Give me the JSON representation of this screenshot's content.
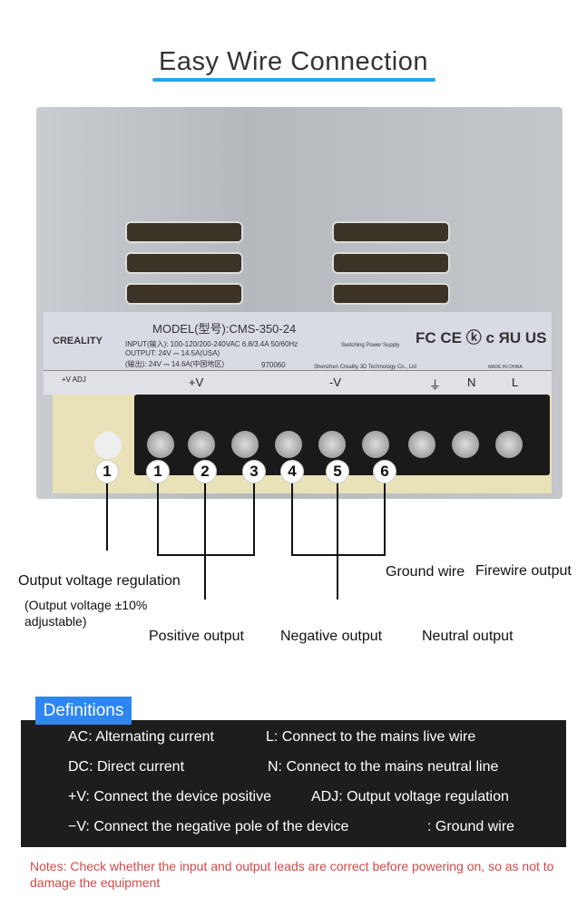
{
  "title": "Easy Wire Connection",
  "label": {
    "brand": "CREALITY",
    "model": "MODEL(型号):CMS-350-24",
    "input": "INPUT(输入): 100-120/200-240VAC 6.8/3.4A 50/60Hz",
    "output": "OUTPUT: 24V ⎓ 14.5A(USA)",
    "output_cn": "(输出): 24V ⎓ 14.6A(中国地区)",
    "code": "970060",
    "type": "Switching Power Supply",
    "maker": "Shenzhen Creality 3D Technology Co., Ltd",
    "made": "MADE IN CHINA",
    "certs": "FC CE ⓚ c ЯU US"
  },
  "terminals": [
    "+V ADJ",
    "+V",
    "-V",
    "⏚",
    "N",
    "L"
  ],
  "numbers": [
    "1",
    "1",
    "2",
    "3",
    "4",
    "5",
    "6"
  ],
  "callouts": {
    "adj": "Output voltage regulation",
    "adj_note1": "(Output voltage ±10%",
    "adj_note2": "adjustable)",
    "positive": "Positive output",
    "negative": "Negative output",
    "neutral": "Neutral output",
    "ground": "Ground wire",
    "fire": "Firewire output"
  },
  "definitions": {
    "heading": "Definitions",
    "items": [
      "AC: Alternating current",
      "L: Connect to the mains live wire",
      "DC: Direct current",
      "N: Connect to the mains neutral line",
      "+V: Connect the device positive",
      "ADJ: Output voltage regulation",
      "−V: Connect the negative pole of the device",
      ": Ground wire"
    ]
  },
  "notes": "Notes: Check whether the input and output leads are correct before powering on, so as not to damage the equipment",
  "colors": {
    "accent": "#2aa3e6",
    "tab": "#2e86f0",
    "note": "#d24a4a"
  }
}
